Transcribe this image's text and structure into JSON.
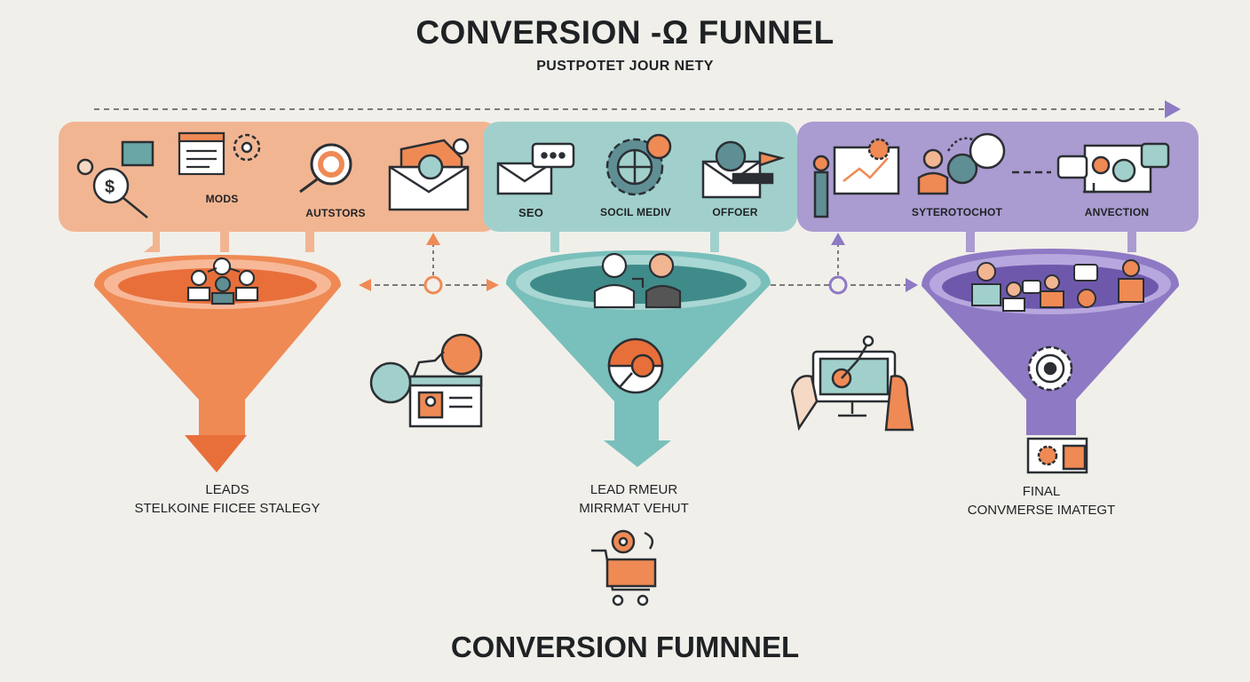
{
  "header": {
    "title": "CONVERSION -Ω FUNNEL",
    "subtitle": "PUSTPOTET JOUR NETY"
  },
  "panels": [
    {
      "name": "acquisition",
      "color": "#f2b592",
      "labels": [
        "MODS",
        "AUTSTORS"
      ]
    },
    {
      "name": "engagement",
      "color": "#a1d0cc",
      "labels": [
        "SEO",
        "SOCIL MEDIV",
        "OFFOER"
      ]
    },
    {
      "name": "conversion",
      "color": "#aa9bd1",
      "labels": [
        "SYTEROTOCHOT",
        "ANVECTION"
      ]
    }
  ],
  "stages": [
    {
      "name": "leads",
      "line1": "LEADS",
      "line2": "STELKOINE FIICEE STALEGY",
      "color": "#ef8a55"
    },
    {
      "name": "lead-nurture",
      "line1": "LEAD RMEUR",
      "line2": "MIRRMAT VEHUT",
      "color": "#79bfbb"
    },
    {
      "name": "final",
      "line1": "FINAL",
      "line2": "CONVMERSE IMATEGT",
      "color": "#8e79c4"
    }
  ],
  "footer": {
    "title": "CONVERSION FUMNNEL"
  },
  "colors": {
    "orange": "#ef8a55",
    "teal": "#79bfbb",
    "purple": "#8e79c4",
    "dark": "#2b2f33",
    "bg": "#f1efea"
  }
}
